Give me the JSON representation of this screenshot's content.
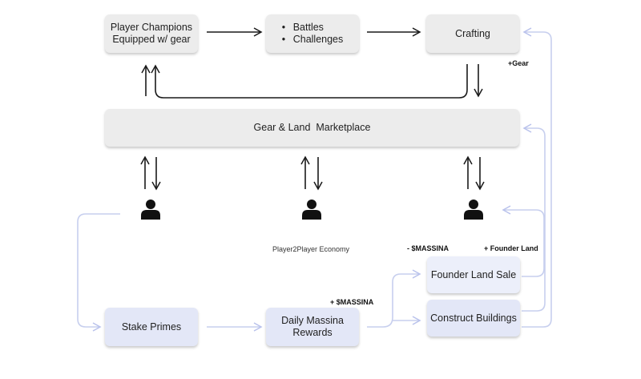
{
  "nodes": {
    "player_champions": [
      "Player Champions",
      "Equipped w/ gear"
    ],
    "battles": [
      "Battles",
      "Challenges"
    ],
    "crafting": "Crafting",
    "marketplace": "Gear & Land  Marketplace",
    "stake_primes": "Stake Primes",
    "daily_rewards": [
      "Daily Massina",
      "Rewards"
    ],
    "founder_land_sale": "Founder Land Sale",
    "construct_buildings": "Construct Buildings"
  },
  "labels": {
    "gear": "+Gear",
    "p2p_economy": "Player2Player Economy",
    "minus_massina": "- $MASSINA",
    "founder_land": "+ Founder Land",
    "plus_massina": "+ $MASSINA"
  },
  "icons": {
    "player": "person-icon"
  },
  "colors": {
    "dark_arrow": "#1a1a1a",
    "light_arrow": "#c7cfee",
    "grey_box": "#ececec",
    "blue_box": "#e3e7f7"
  }
}
